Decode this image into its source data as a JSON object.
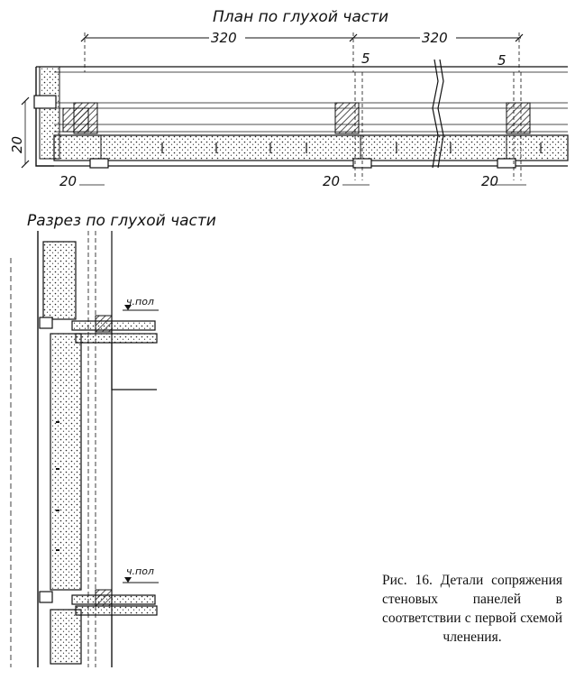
{
  "plan": {
    "title": "План по глухой части",
    "dim_span_1": "320",
    "dim_span_2": "320",
    "dim_gap_1": "5",
    "dim_gap_2": "5",
    "dim_left_vertical": "20",
    "dim_bottom_1": "20",
    "dim_bottom_2": "20",
    "dim_bottom_3": "20"
  },
  "section": {
    "title": "Разрез по глухой части",
    "floor_mark_top": "ч.пол",
    "floor_mark_bottom": "ч.пол"
  },
  "caption": "Рис. 16. Детали сопряжения стеновых панелей в соответствии с первой схемой членения."
}
